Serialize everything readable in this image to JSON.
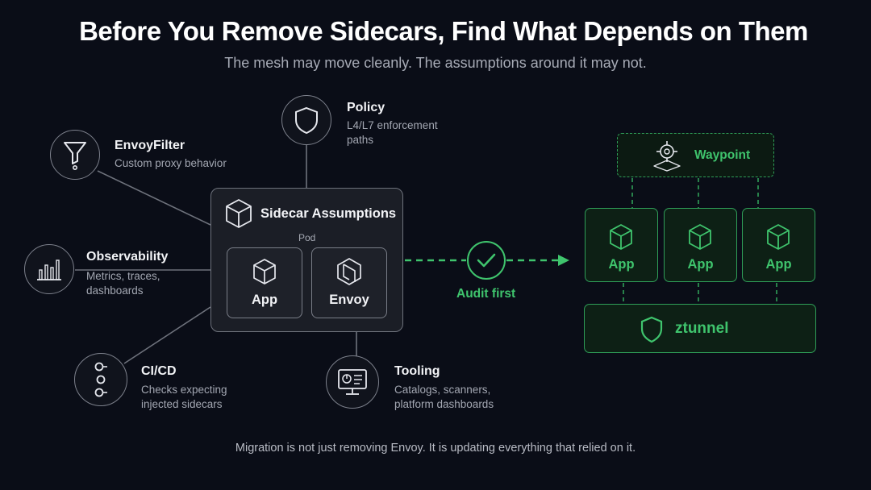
{
  "title": "Before You Remove Sidecars, Find What Depends on Them",
  "subtitle": "The mesh may move cleanly. The assumptions around it may not.",
  "footer": "Migration is not just removing Envoy. It is updating everything that relied on it.",
  "center": {
    "title": "Sidecar Assumptions",
    "pod_label": "Pod",
    "app_label": "App",
    "envoy_label": "Envoy"
  },
  "dependencies": {
    "policy": {
      "title": "Policy",
      "desc_lines": [
        "L4/L7 enforcement",
        "paths"
      ],
      "icon": "shield-icon"
    },
    "envoyfilter": {
      "title": "EnvoyFilter",
      "desc_lines": [
        "Custom proxy behavior"
      ],
      "icon": "funnel-icon"
    },
    "observability": {
      "title": "Observability",
      "desc_lines": [
        "Metrics, traces,",
        "dashboards"
      ],
      "icon": "bar-chart-icon"
    },
    "cicd": {
      "title": "CI/CD",
      "desc_lines": [
        "Checks expecting",
        "injected sidecars"
      ],
      "icon": "pipeline-icon"
    },
    "tooling": {
      "title": "Tooling",
      "desc_lines": [
        "Catalogs, scanners,",
        "platform dashboards"
      ],
      "icon": "monitor-icon"
    }
  },
  "audit": {
    "label": "Audit first",
    "icon": "check-icon"
  },
  "ambient": {
    "waypoint_label": "Waypoint",
    "app_labels": [
      "App",
      "App",
      "App"
    ],
    "ztunnel_label": "ztunnel"
  },
  "colors": {
    "background": "#0a0d17",
    "accent_green": "#3fc46d",
    "line_gray": "#6e727c"
  }
}
